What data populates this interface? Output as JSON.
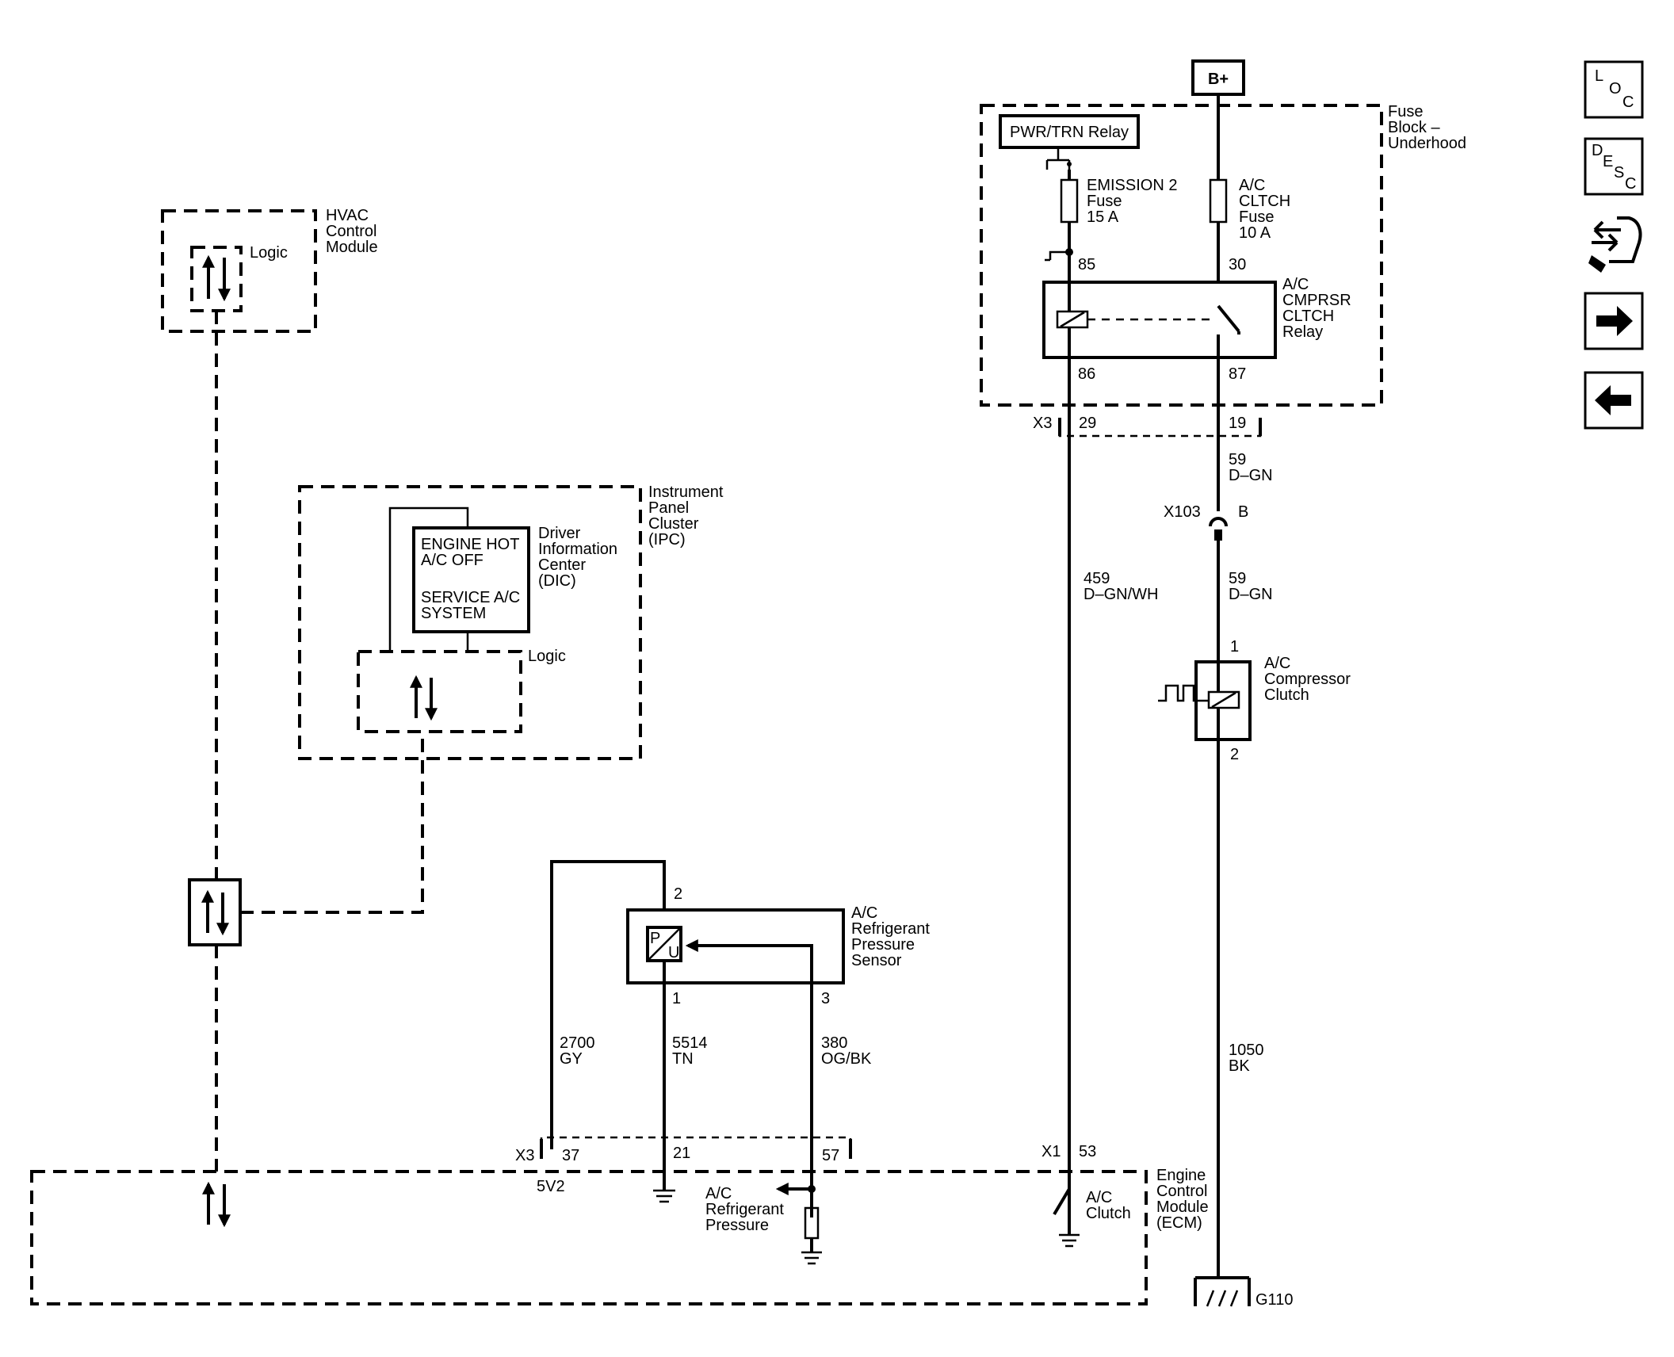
{
  "power": {
    "bplus": "B+"
  },
  "fuse_block": {
    "name": [
      "Fuse",
      "Block –",
      "Underhood"
    ],
    "relay_ref": "PWR/TRN Relay"
  },
  "fuses": {
    "emission": [
      "EMISSION 2",
      "Fuse",
      "15 A"
    ],
    "ac_clutch": [
      "A/C",
      "CLTCH",
      "Fuse",
      "10 A"
    ]
  },
  "relay": {
    "name": [
      "A/C",
      "CMPRSR",
      "CLTCH",
      "Relay"
    ],
    "pins": [
      "85",
      "30",
      "86",
      "87"
    ]
  },
  "connectors": {
    "x3_fuse": {
      "name": "X3",
      "pins": [
        "29",
        "19"
      ]
    },
    "x103": {
      "name": "X103",
      "pin": "B"
    },
    "x3_ecm": {
      "name": "X3",
      "pins": [
        "37",
        "21",
        "57"
      ]
    },
    "x1_ecm": {
      "name": "X1",
      "pin": "53"
    }
  },
  "wires": {
    "w59a": [
      "59",
      "D–GN"
    ],
    "w59b": [
      "59",
      "D–GN"
    ],
    "w459": [
      "459",
      "D–GN/WH"
    ],
    "w1050": [
      "1050",
      "BK"
    ],
    "w2700": [
      "2700",
      "GY"
    ],
    "w5514": [
      "5514",
      "TN"
    ],
    "w380": [
      "380",
      "OG/BK"
    ]
  },
  "compressor": {
    "name": [
      "A/C",
      "Compressor",
      "Clutch"
    ],
    "pins": [
      "1",
      "2"
    ]
  },
  "sensor": {
    "name": [
      "A/C",
      "Refrigerant",
      "Pressure",
      "Sensor"
    ],
    "pins": [
      "2",
      "1",
      "3"
    ],
    "symbol": [
      "P",
      "U"
    ]
  },
  "hvac": {
    "name": [
      "HVAC",
      "Control",
      "Module"
    ],
    "logic": "Logic"
  },
  "ipc": {
    "name": [
      "Instrument",
      "Panel",
      "Cluster",
      "(IPC)"
    ],
    "dic": [
      "Driver",
      "Information",
      "Center",
      "(DIC)"
    ],
    "messages": [
      "ENGINE HOT",
      "A/C OFF",
      "SERVICE A/C",
      "SYSTEM"
    ],
    "logic": "Logic"
  },
  "ecm": {
    "name": [
      "Engine",
      "Control",
      "Module",
      "(ECM)"
    ],
    "five_v": "5V2",
    "ac_pressure": [
      "A/C",
      "Refrigerant",
      "Pressure"
    ],
    "ac_clutch": [
      "A/C",
      "Clutch"
    ]
  },
  "ground": {
    "name": "G110"
  },
  "nav": {
    "loc": [
      "L",
      "O",
      "C"
    ],
    "desc": [
      "D",
      "E",
      "S",
      "C"
    ],
    "icons": [
      "connector-end-view-icon",
      "next-page-arrow-icon",
      "previous-page-arrow-icon"
    ]
  }
}
